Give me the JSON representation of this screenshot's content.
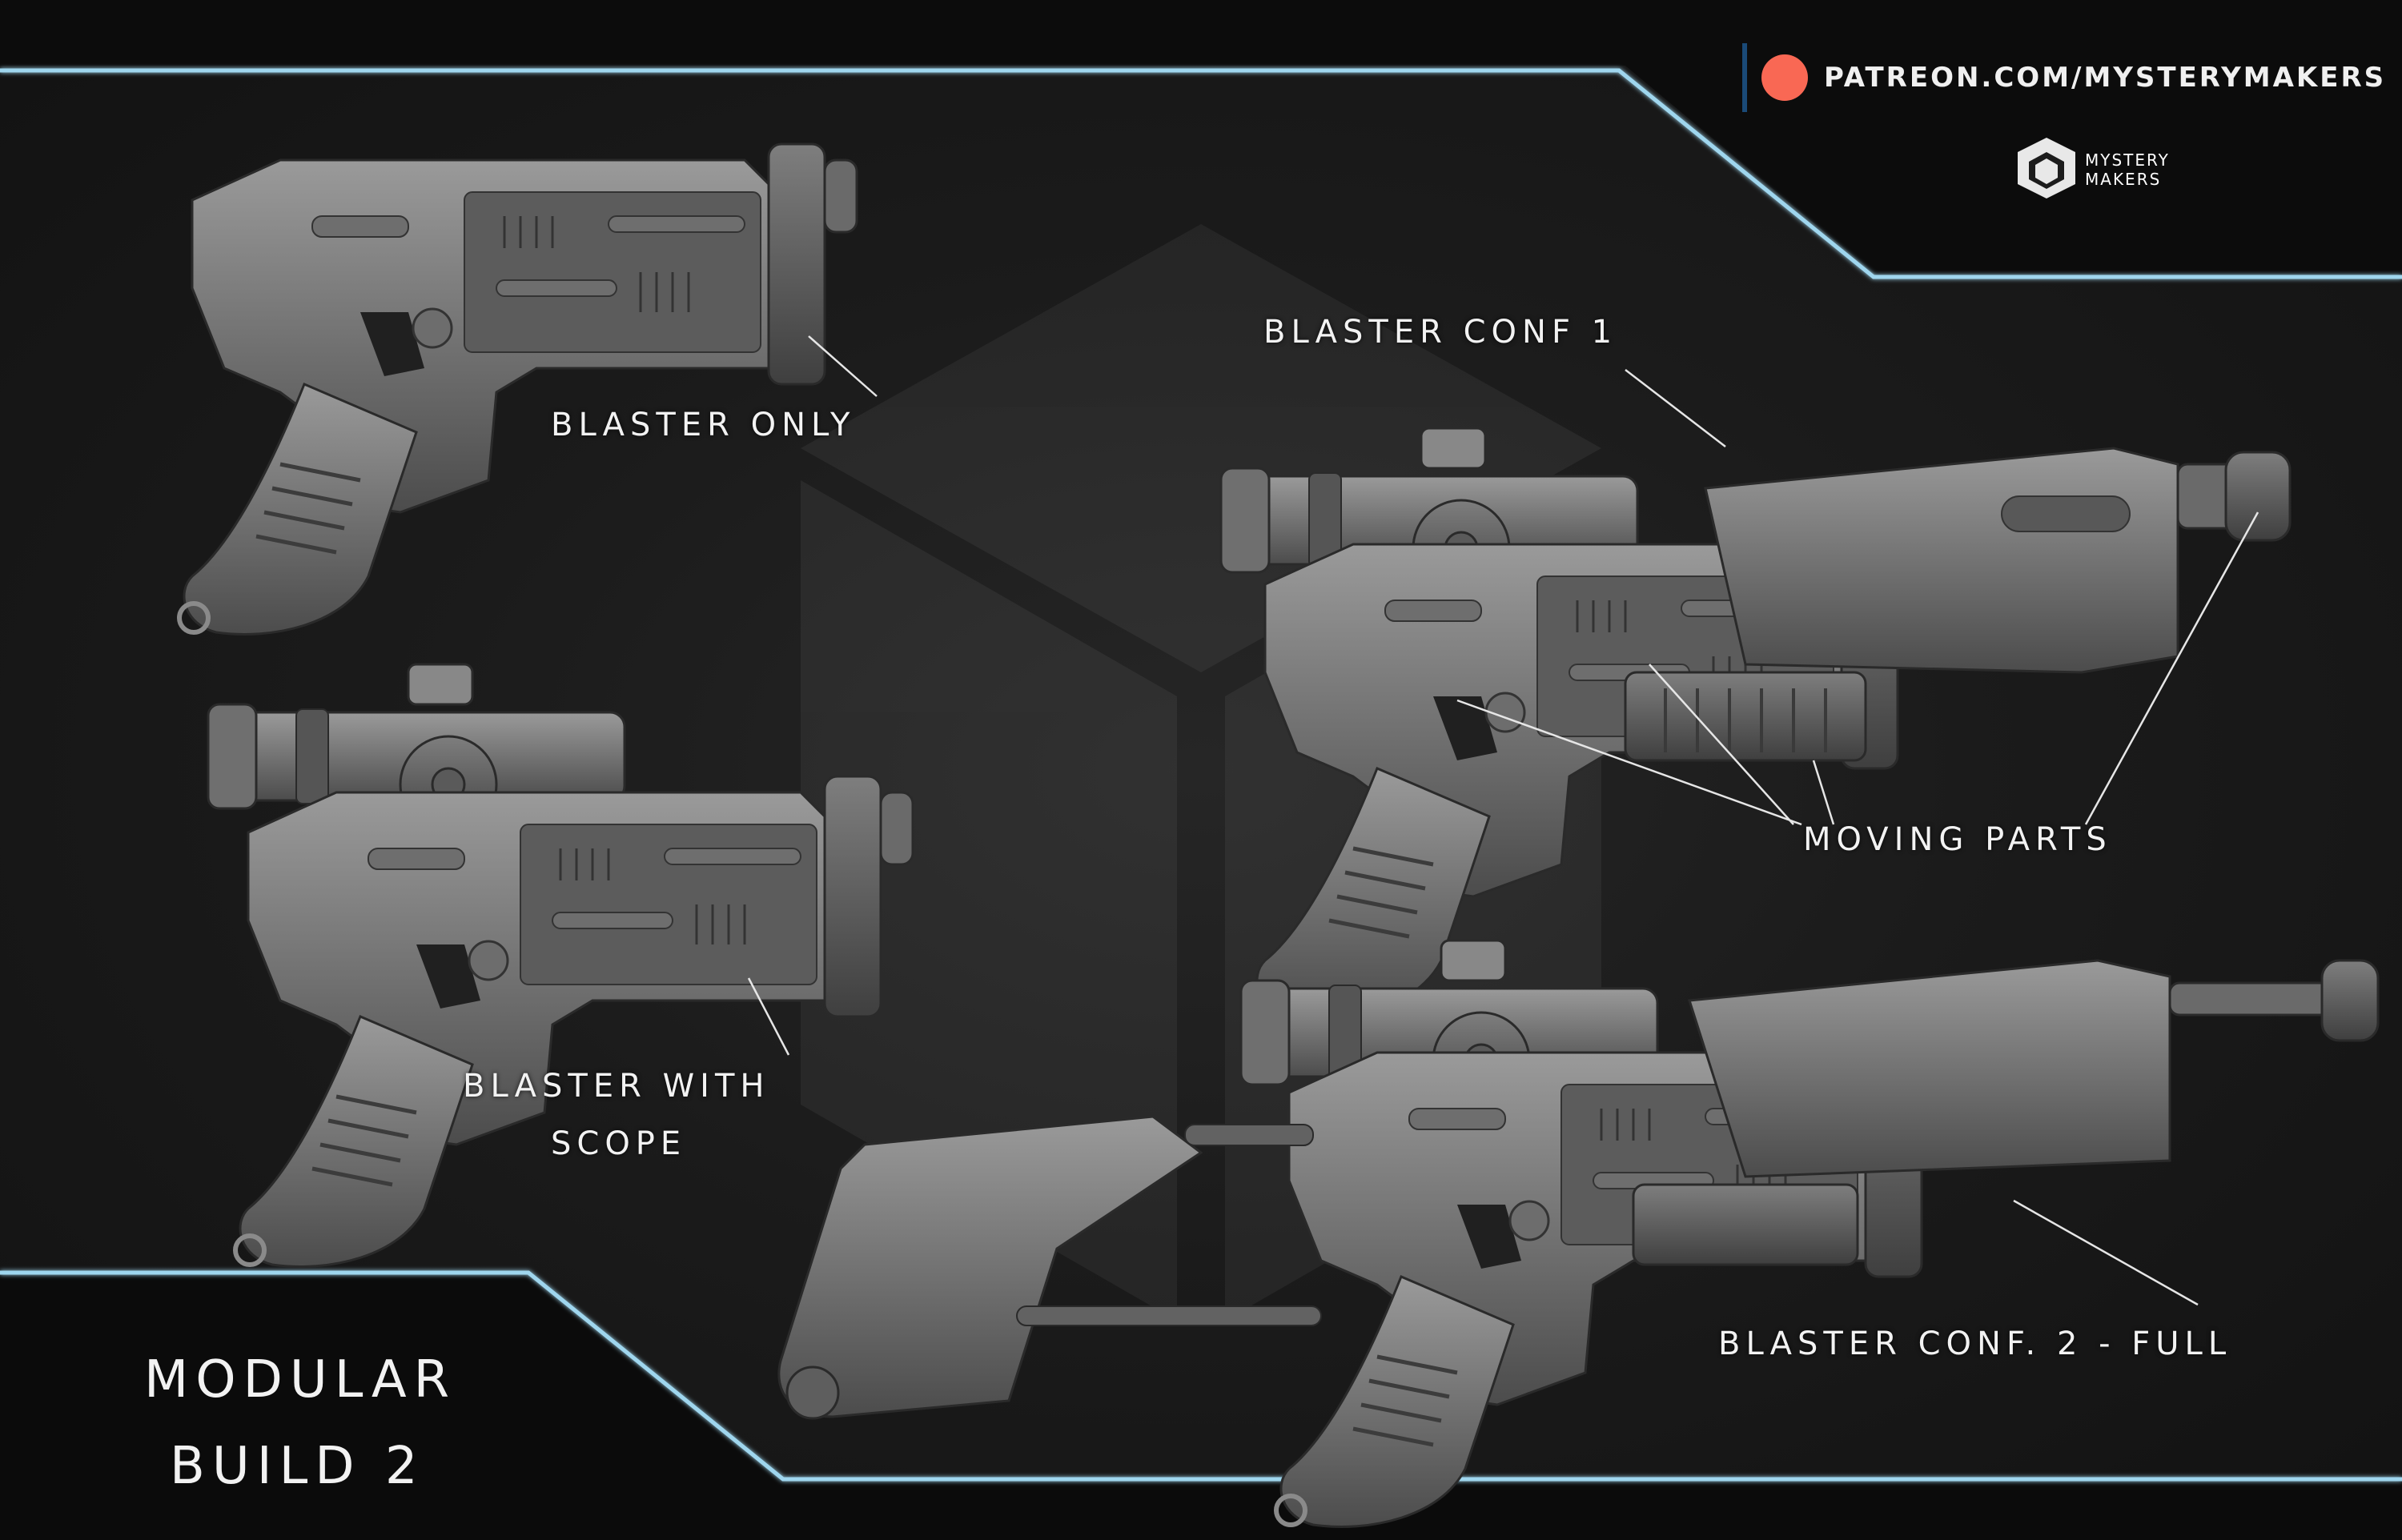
{
  "brand": {
    "url": "PATREON.COM/MYSTERYMAKERS",
    "name_line1": "MYSTERY",
    "name_line2": "MAKERS",
    "patreon_color": "#f96854",
    "frame_accent": "#9fd6ee"
  },
  "labels": {
    "blaster_only": "BLASTER ONLY",
    "blaster_with_scope_line1": "BLASTER WITH",
    "blaster_with_scope_line2": "SCOPE",
    "blaster_conf_1": "BLASTER CONF 1",
    "moving_parts": "MOVING PARTS",
    "blaster_conf_2_full": "BLASTER CONF. 2 - FULL"
  },
  "title": {
    "line1": "MODULAR",
    "line2": "BUILD 2"
  },
  "icons": [
    "patreon-logo-icon",
    "mystery-makers-logo-icon"
  ]
}
